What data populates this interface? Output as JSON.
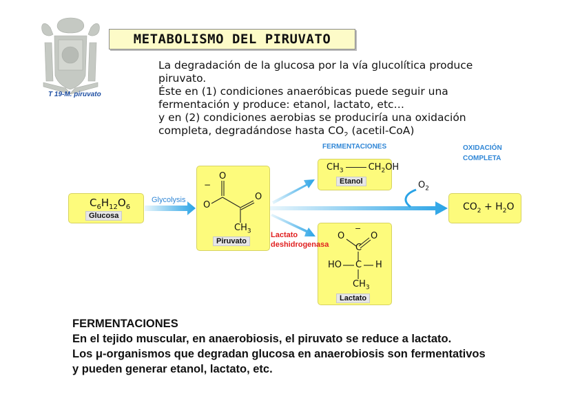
{
  "slide_code": "T 19-M. piruvato",
  "title": "METABOLISMO DEL PIRUVATO",
  "intro": {
    "line1": "La degradación de la glucosa por la vía glucolítica produce",
    "line2": "piruvato.",
    "line3": "Éste en (1) condiciones anaeróbicas puede seguir una",
    "line4": "fermentación y produce: etanol, lactato, etc…",
    "line5": " y en (2) condiciones aerobias se produciría una oxidación",
    "line6_before_sub": "completa, degradándose hasta CO",
    "line6_sub": "2",
    "line6_after_sub": " (acetil-CoA)"
  },
  "headers": {
    "fermentaciones": "FERMENTACIONES",
    "oxidacion_line1": "OXIDACIÓN",
    "oxidacion_line2": "COMPLETA"
  },
  "glucosa": {
    "f_C": "C",
    "f_6a": "6",
    "f_H": "H",
    "f_12": "12",
    "f_O": "O",
    "f_6b": "6",
    "label": "Glucosa"
  },
  "glycolysis_label": "Glycolysis",
  "piruvato": {
    "label": "Piruvato",
    "atom_O_top": "O",
    "atom_O_left": "O",
    "atom_O_right": "O",
    "charge": "−",
    "ch3_base": "CH",
    "ch3_sub": "3"
  },
  "etanol": {
    "f_CH": "CH",
    "f_3": "3",
    "f_CH2": "CH",
    "f_2": "2",
    "f_OH": "OH",
    "label": "Etanol"
  },
  "lactato": {
    "label": "Lactato",
    "atom_O_left": "O",
    "atom_O_right": "O",
    "charge": "−",
    "atom_C_top": "C",
    "atom_HO": "HO",
    "atom_C_mid": "C",
    "atom_H": "H",
    "ch3_base": "CH",
    "ch3_sub": "3"
  },
  "enzyme": {
    "line1": "Lactato",
    "line2": "deshidrogenasa"
  },
  "oxygen": {
    "base": "O",
    "sub": "2"
  },
  "co2_h2o": {
    "co": "CO",
    "co_sub": "2",
    "plus": " + H",
    "h_sub": "2",
    "o": "O"
  },
  "bottom": {
    "line1": "FERMENTACIONES",
    "line2": "En el tejido muscular, en anaerobiosis, el piruvato se reduce a lactato.",
    "line3_before": "Los ",
    "line3_mu": "μ",
    "line3_after": "-organismos que degradan glucosa en anaerobiosis son fermentativos",
    "line4": "y pueden generar etanol, lactato, etc."
  },
  "colors": {
    "box_fill": "#fdfb7c",
    "arrow": "#29a3e6",
    "header_blue": "#2f86d6",
    "enzyme_red": "#e02020"
  }
}
